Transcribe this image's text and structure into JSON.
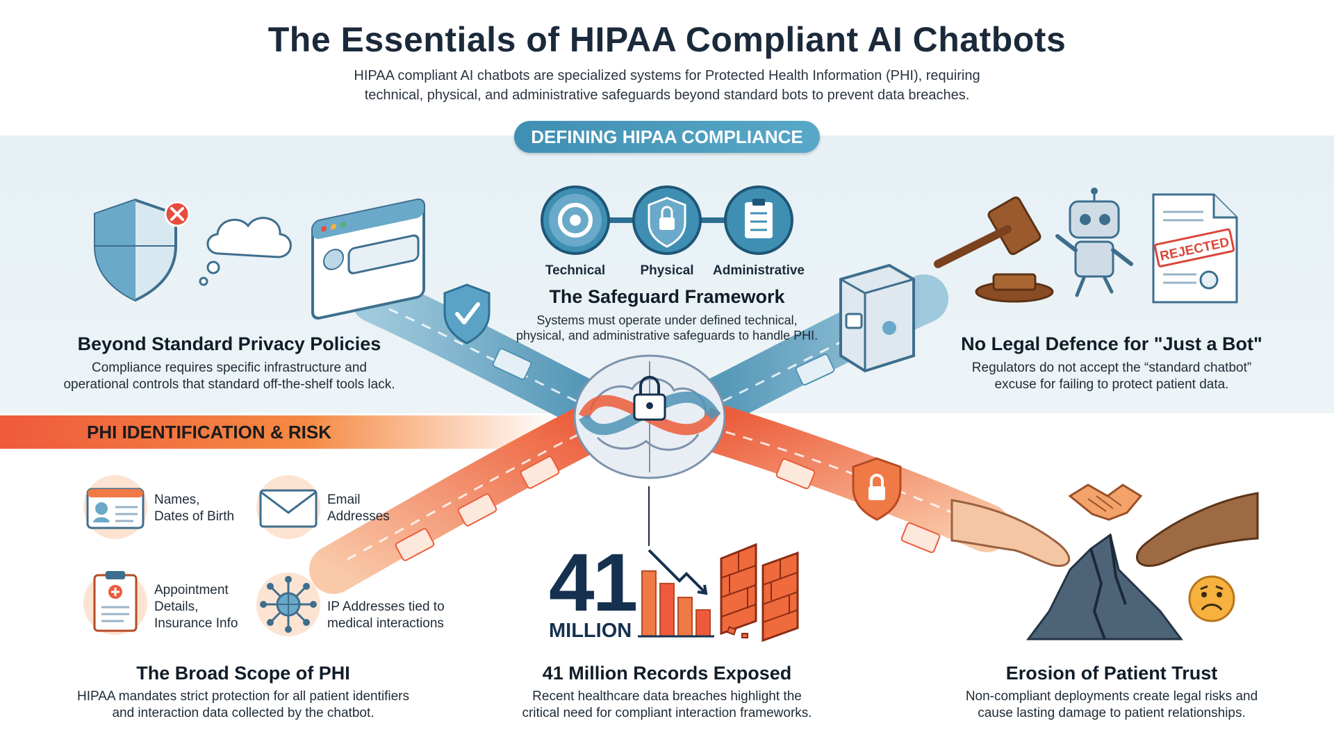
{
  "header": {
    "title": "The Essentials of HIPAA Compliant AI Chatbots",
    "subtitle_line1": "HIPAA compliant AI chatbots are specialized systems for Protected Health Information (PHI), requiring",
    "subtitle_line2": "technical, physical, and administrative safeguards beyond standard bots to prevent data breaches."
  },
  "sections": {
    "defining_pill": "DEFINING HIPAA COMPLIANCE",
    "phi_banner": "PHI IDENTIFICATION & RISK"
  },
  "beyond": {
    "title": "Beyond Standard Privacy Policies",
    "desc_line1": "Compliance requires specific infrastructure and",
    "desc_line2": "operational controls that standard off-the-shelf tools lack."
  },
  "framework": {
    "labels": [
      "Technical",
      "Physical",
      "Administrative"
    ],
    "title": "The Safeguard Framework",
    "desc_line1": "Systems must operate under defined technical,",
    "desc_line2": "physical, and administrative safeguards to handle PHI."
  },
  "legal": {
    "stamp": "REJECTED",
    "title": "No Legal Defence for \"Just a Bot\"",
    "desc_line1": "Regulators do not accept the “standard chatbot”",
    "desc_line2": "excuse for failing to protect patient data."
  },
  "phi_items": [
    {
      "label_line1": "Names,",
      "label_line2": "Dates of Birth",
      "label_line3": ""
    },
    {
      "label_line1": "Email",
      "label_line2": "Addresses",
      "label_line3": ""
    },
    {
      "label_line1": "Appointment",
      "label_line2": "Details,",
      "label_line3": "Insurance Info"
    },
    {
      "label_line1": "IP Addresses tied to",
      "label_line2": "medical interactions",
      "label_line3": ""
    }
  ],
  "scope": {
    "title": "The Broad Scope of PHI",
    "desc_line1": "HIPAA mandates strict protection for all patient identifiers",
    "desc_line2": "and interaction data collected by the chatbot."
  },
  "breach": {
    "big_number": "41",
    "unit": "MILLION",
    "title": "41 Million Records Exposed",
    "desc_line1": "Recent healthcare data breaches highlight the",
    "desc_line2": "critical need for compliant interaction frameworks."
  },
  "trust": {
    "title": "Erosion of Patient Trust",
    "desc_line1": "Non-compliant deployments create legal risks and",
    "desc_line2": "cause lasting damage to patient relationships."
  },
  "colors": {
    "navy": "#15314f",
    "teal": "#3f8fb3",
    "orange": "#f0703c",
    "light_band": "#e6f0f5"
  },
  "icons": [
    "shield-x-icon",
    "thought-cloud-icon",
    "chat-window-icon",
    "shield-check-icon",
    "gear-icon",
    "lock-icon",
    "clipboard-icon",
    "gavel-icon",
    "robot-icon",
    "rejected-document-icon",
    "server-safe-icon",
    "brain-lock-icon",
    "id-card-icon",
    "envelope-icon",
    "medical-clipboard-icon",
    "network-globe-icon",
    "bar-chart-down-icon",
    "broken-wall-icon",
    "handshake-icon",
    "reaching-hands-icon",
    "sad-face-icon"
  ]
}
